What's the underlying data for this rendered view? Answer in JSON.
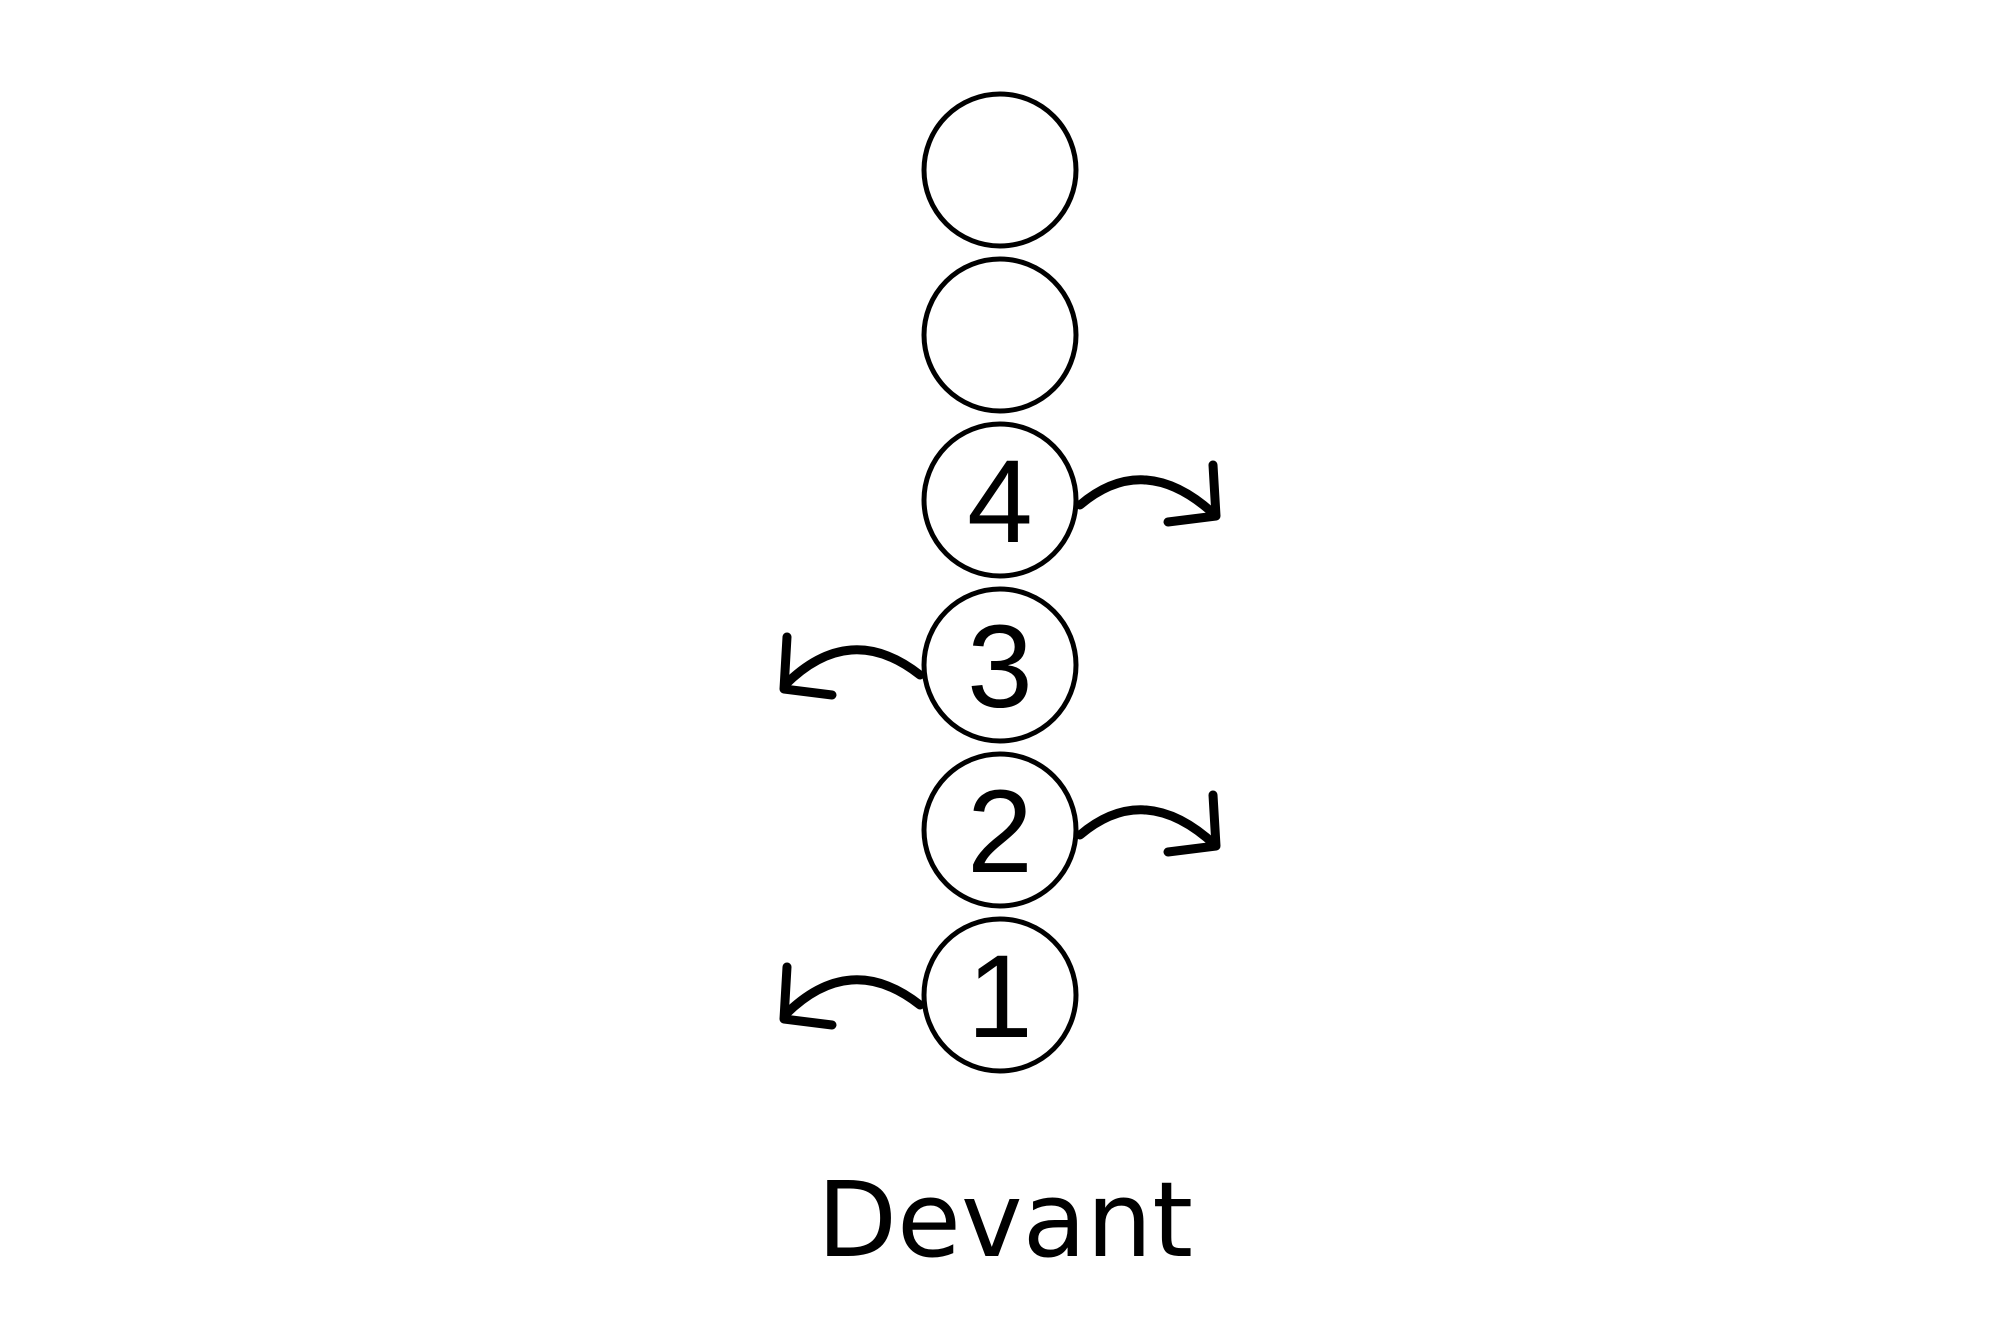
{
  "diagram": {
    "positions": [
      {
        "label": "",
        "turn": "none"
      },
      {
        "label": "",
        "turn": "none"
      },
      {
        "label": "4",
        "turn": "right"
      },
      {
        "label": "3",
        "turn": "left"
      },
      {
        "label": "2",
        "turn": "right"
      },
      {
        "label": "1",
        "turn": "left"
      }
    ],
    "caption": "Devant",
    "stroke_color": "#000000"
  }
}
